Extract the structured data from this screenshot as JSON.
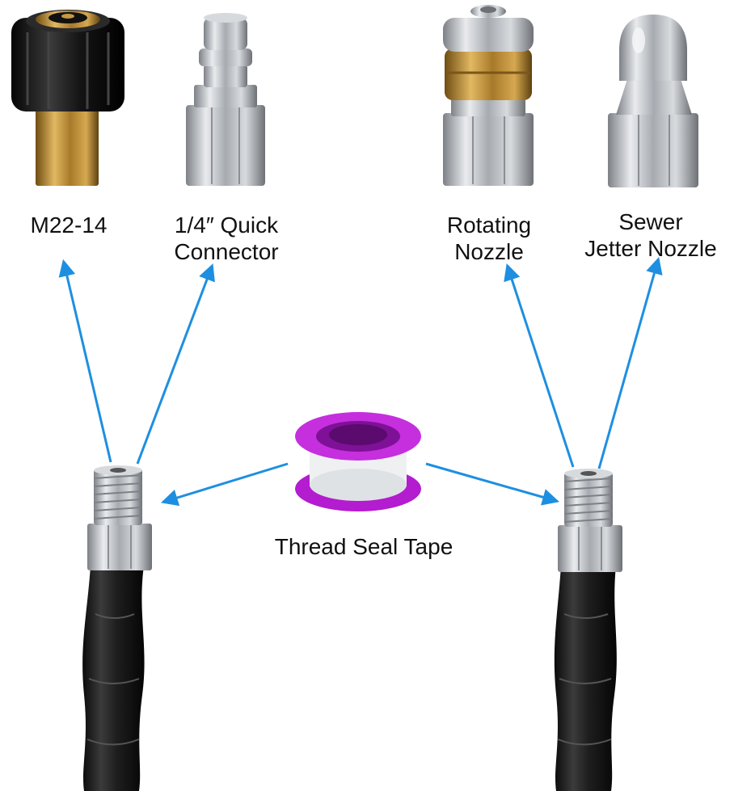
{
  "labels": {
    "m22": "M22-14",
    "quick_line1": "1/4″ Quick",
    "quick_line2": "Connector",
    "rotating_line1": "Rotating",
    "rotating_line2": "Nozzle",
    "sewer_line1": "Sewer",
    "sewer_line2": "Jetter Nozzle",
    "tape": "Thread Seal Tape"
  },
  "colors": {
    "arrow": "#1e8fe0",
    "tape_magenta": "#b31ccf",
    "hose": "#1c1c1c",
    "brass": "#b98a32",
    "steel": "#b9bcc0",
    "rubber": "#1a1a1a"
  }
}
